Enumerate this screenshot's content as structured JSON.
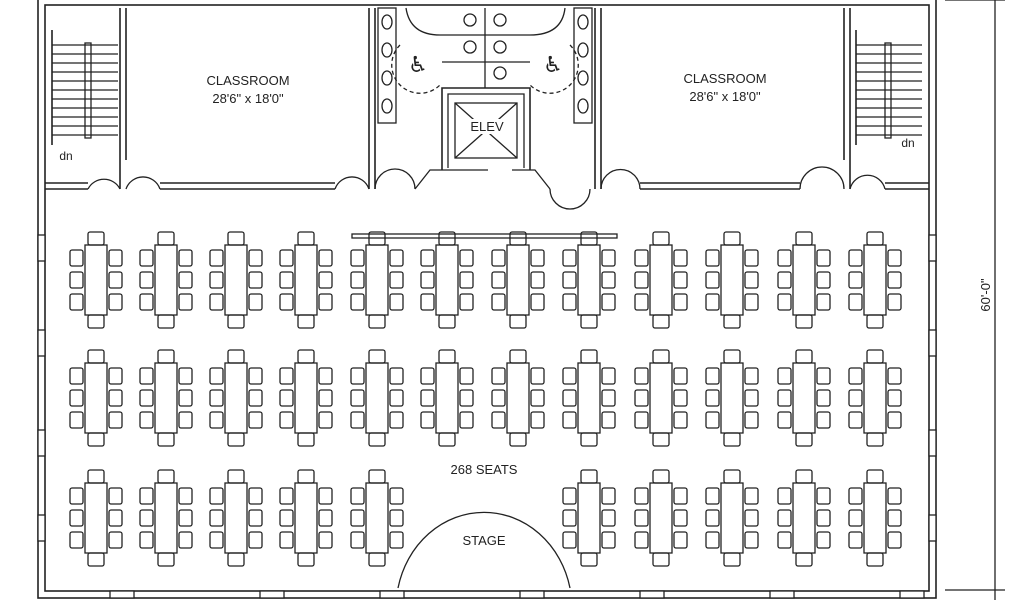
{
  "rooms": {
    "classroom_left": {
      "name": "CLASSROOM",
      "size": "28'6\" x 18'0\""
    },
    "classroom_right": {
      "name": "CLASSROOM",
      "size": "28'6\" x 18'0\""
    },
    "elevator": "ELEV",
    "stair_left": "dn",
    "stair_right": "dn",
    "stage": "STAGE"
  },
  "hall": {
    "seat_count_label": "268 SEATS",
    "chairs_per_table": 8
  },
  "dimension": {
    "height": "60'-0\""
  },
  "colors": {
    "line": "#222222",
    "background": "#ffffff"
  }
}
